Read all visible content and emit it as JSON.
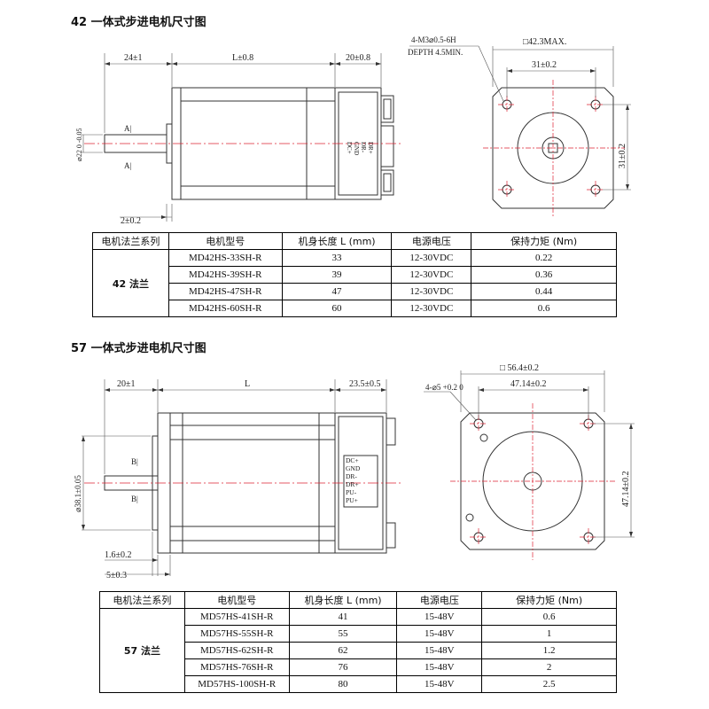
{
  "section42": {
    "title": "42 一体式步进电机尺寸图",
    "dims": {
      "d24": "24±1",
      "dL": "L±0.8",
      "d20": "20±0.8",
      "d2": "2±0.2",
      "dia": "⌀22 0 -0.05",
      "a1": "A|",
      "a2": "A|",
      "hole": "4-M3⌀0.5-6H",
      "depth": "DEPTH 4.5MIN.",
      "sq": "□42.3MAX.",
      "d31h": "31±0.2",
      "d31v": "31±0.2"
    },
    "connector_labels": [
      "DC+",
      "GND",
      "DR-",
      "DR+",
      "PU-",
      "PU+"
    ],
    "table": {
      "headers": [
        "电机法兰系列",
        "电机型号",
        "机身长度 L (mm)",
        "电源电压",
        "保持力矩 (Nm)"
      ],
      "series": "42 法兰",
      "rows": [
        [
          "MD42HS-33SH-R",
          "33",
          "12-30VDC",
          "0.22"
        ],
        [
          "MD42HS-39SH-R",
          "39",
          "12-30VDC",
          "0.36"
        ],
        [
          "MD42HS-47SH-R",
          "47",
          "12-30VDC",
          "0.44"
        ],
        [
          "MD42HS-60SH-R",
          "60",
          "12-30VDC",
          "0.6"
        ]
      ]
    }
  },
  "section57": {
    "title": "57 一体式步进电机尺寸图",
    "dims": {
      "d20": "20±1",
      "dL": "L",
      "d235": "23.5±0.5",
      "d16": "1.6±0.2",
      "d5": "5±0.3",
      "dia": "⌀38.1±0.05",
      "b1": "B|",
      "b2": "B|",
      "hole": "4-⌀5 +0.2 0",
      "sq": "□ 56.4±0.2",
      "d4714h": "47.14±0.2",
      "d4714v": "47.14±0.2"
    },
    "connector_labels": [
      "DC+",
      "GND",
      "DR-",
      "DR+",
      "PU-",
      "PU+"
    ],
    "table": {
      "headers": [
        "电机法兰系列",
        "电机型号",
        "机身长度 L (mm)",
        "电源电压",
        "保持力矩 (Nm)"
      ],
      "series": "57 法兰",
      "rows": [
        [
          "MD57HS-41SH-R",
          "41",
          "15-48V",
          "0.6"
        ],
        [
          "MD57HS-55SH-R",
          "55",
          "15-48V",
          "1"
        ],
        [
          "MD57HS-62SH-R",
          "62",
          "15-48V",
          "1.2"
        ],
        [
          "MD57HS-76SH-R",
          "76",
          "15-48V",
          "2"
        ],
        [
          "MD57HS-100SH-R",
          "80",
          "15-48V",
          "2.5"
        ]
      ]
    }
  }
}
